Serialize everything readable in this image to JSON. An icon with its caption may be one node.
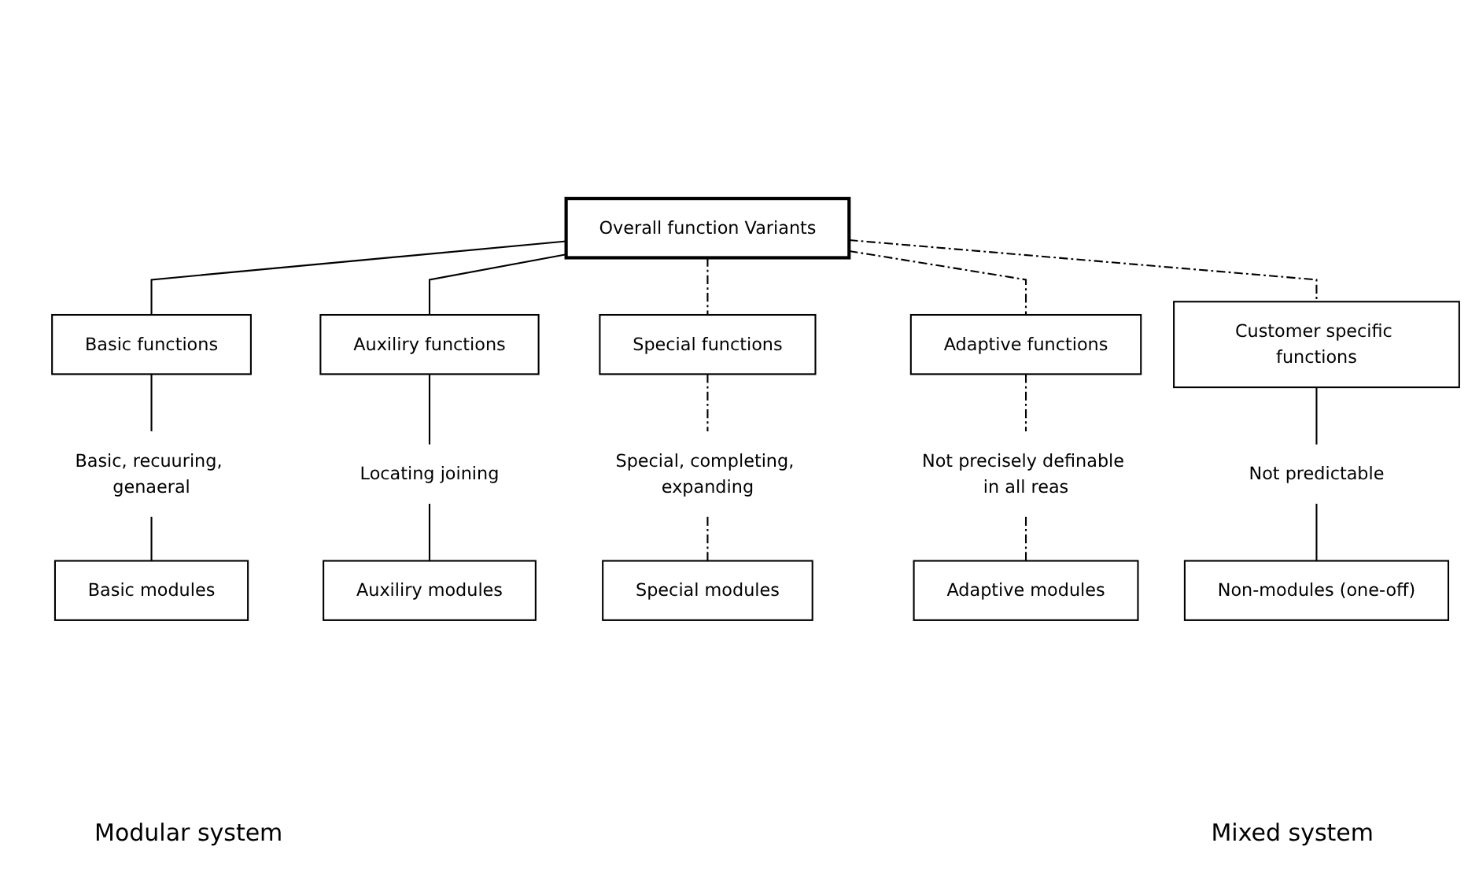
{
  "diagram": {
    "nodes": [
      {
        "text": [
          "Overall function Variants"
        ]
      },
      {
        "text": [
          "Basic functions"
        ]
      },
      {
        "text": [
          "Auxiliry functions"
        ]
      },
      {
        "text": [
          "Special functions"
        ]
      },
      {
        "text": [
          "Adaptive functions"
        ]
      },
      {
        "text": [
          "Customer specific functions"
        ]
      },
      {
        "text": [
          "Basic, recuuring, genaeral"
        ]
      },
      {
        "text": [
          "Locating joining"
        ]
      },
      {
        "text": [
          "Special, completing, expanding"
        ]
      },
      {
        "text": [
          "Not precisely definable in all reas"
        ]
      },
      {
        "text": [
          "Not predictable"
        ]
      },
      {
        "text": [
          "Basic modules"
        ]
      },
      {
        "text": [
          "Auxiliry modules"
        ]
      },
      {
        "text": [
          "Special modules"
        ]
      },
      {
        "text": [
          "Adaptive modules"
        ]
      },
      {
        "text": [
          "Non-modules (one-off)"
        ]
      }
    ],
    "edges": [
      {
        "from": 0,
        "to": 1,
        "arrow": "none"
      },
      {
        "from": 0,
        "to": 2,
        "arrow": "none"
      },
      {
        "from": 0,
        "to": 3,
        "arrow": "none",
        "style": "dashed"
      },
      {
        "from": 0,
        "to": 4,
        "arrow": "none",
        "style": "dashed"
      },
      {
        "from": 0,
        "to": 5,
        "arrow": "none",
        "style": "dashed"
      },
      {
        "from": 1,
        "to": 6,
        "arrow": "none"
      },
      {
        "from": 6,
        "to": 11,
        "arrow": "none"
      },
      {
        "from": 2,
        "to": 7,
        "arrow": "none"
      },
      {
        "from": 7,
        "to": 12,
        "arrow": "none"
      },
      {
        "from": 3,
        "to": 8,
        "arrow": "none",
        "style": "dashed"
      },
      {
        "from": 8,
        "to": 13,
        "arrow": "none",
        "style": "dashed"
      },
      {
        "from": 4,
        "to": 9,
        "arrow": "none",
        "style": "dashed"
      },
      {
        "from": 9,
        "to": 14,
        "arrow": "none",
        "style": "dashed"
      },
      {
        "from": 5,
        "to": 10,
        "arrow": "none"
      },
      {
        "from": 10,
        "to": 15,
        "arrow": "none"
      }
    ],
    "labels": [
      "Modular system",
      "Mixed system"
    ]
  }
}
